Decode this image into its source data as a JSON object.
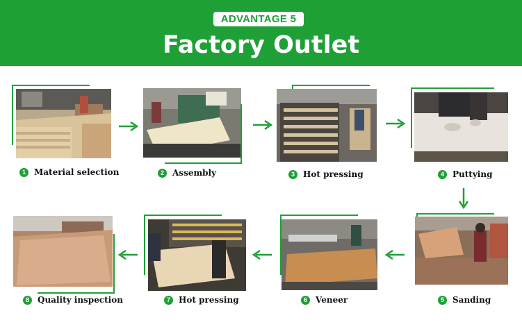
{
  "header": {
    "badge": "ADVANTAGE 5",
    "title": "Factory Outlet"
  },
  "colors": {
    "accent": "#1ea036"
  },
  "steps": [
    {
      "number": "1",
      "label": "Material selection"
    },
    {
      "number": "2",
      "label": "Assembly"
    },
    {
      "number": "3",
      "label": "Hot pressing"
    },
    {
      "number": "4",
      "label": "Puttying"
    },
    {
      "number": "5",
      "label": "Sanding"
    },
    {
      "number": "6",
      "label": "Veneer"
    },
    {
      "number": "7",
      "label": "Hot pressing"
    },
    {
      "number": "8",
      "label": "Quality inspection"
    }
  ],
  "arrows": [
    {
      "from": "1",
      "to": "2",
      "direction": "right"
    },
    {
      "from": "2",
      "to": "3",
      "direction": "right"
    },
    {
      "from": "3",
      "to": "4",
      "direction": "right"
    },
    {
      "from": "4",
      "to": "5",
      "direction": "down"
    },
    {
      "from": "5",
      "to": "6",
      "direction": "left"
    },
    {
      "from": "6",
      "to": "7",
      "direction": "left"
    },
    {
      "from": "7",
      "to": "8",
      "direction": "left"
    }
  ]
}
